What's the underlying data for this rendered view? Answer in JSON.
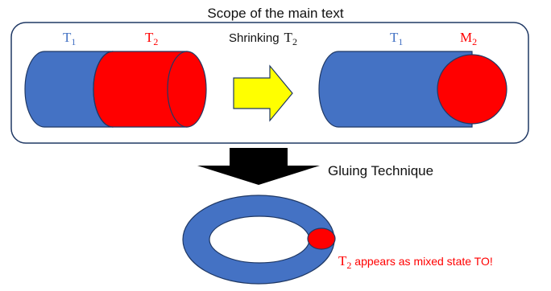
{
  "title": "Scope of the main text",
  "labels": {
    "t1": "T",
    "t1_sub": "1",
    "t2": "T",
    "t2_sub": "2",
    "shrinking": "Shrinking",
    "shrinking_t": "T",
    "shrinking_sub": "2",
    "t1_right": "T",
    "t1_right_sub": "1",
    "m2": "M",
    "m2_sub": "2",
    "gluing": "Gluing Technique",
    "note_t": "T",
    "note_sub": "2",
    "note_text": " appears as mixed state TO!"
  },
  "colors": {
    "blue": "#4472C4",
    "red": "#FF0000",
    "yellow": "#FFFF00",
    "black": "#000000",
    "dark_outline": "#1F3864"
  }
}
